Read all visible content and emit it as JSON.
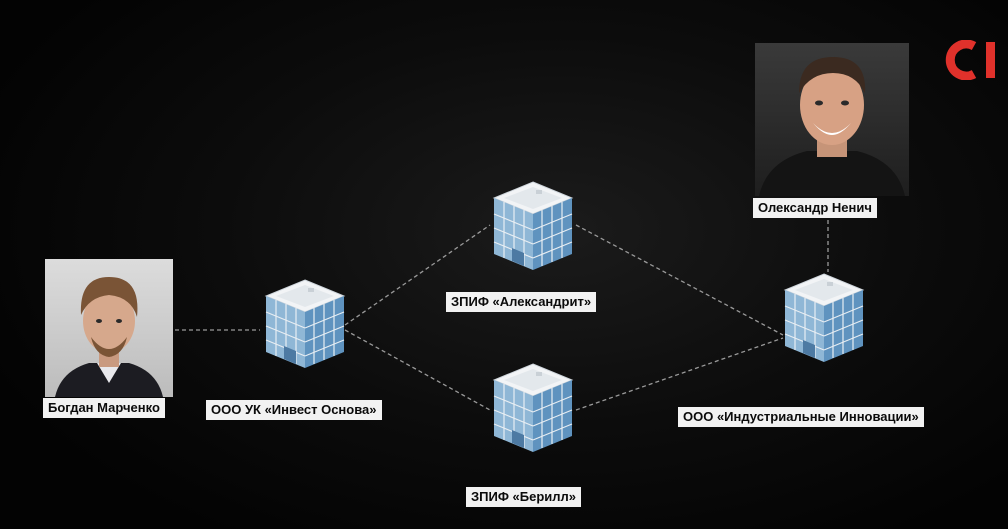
{
  "diagram": {
    "people": {
      "bohdan": {
        "name": "Богдан Марченко"
      },
      "oleksandr": {
        "name": "Олександр Ненич"
      }
    },
    "companies": {
      "ooo_uk": {
        "name": "ООО УК «Инвест Основа»"
      },
      "zpif_aleksandrit": {
        "name": "ЗПИФ «Александрит»"
      },
      "zpif_berill": {
        "name": "ЗПИФ «Берилл»"
      },
      "ooo_industrial": {
        "name": "ООО «Индустриальные Инновации»"
      }
    },
    "connections": [
      {
        "from": "bohdan",
        "to": "ooo_uk"
      },
      {
        "from": "ooo_uk",
        "to": "zpif_aleksandrit"
      },
      {
        "from": "ooo_uk",
        "to": "zpif_berill"
      },
      {
        "from": "zpif_aleksandrit",
        "to": "ooo_industrial"
      },
      {
        "from": "zpif_berill",
        "to": "ooo_industrial"
      },
      {
        "from": "oleksandr",
        "to": "ooo_industrial"
      }
    ],
    "colors": {
      "background": "#0a0a0a",
      "line": "#9a9a9a",
      "label_bg": "#f2f2f2",
      "brand": "#e0312b"
    },
    "logo_icon": "channel-logo-icon",
    "building_icon": "office-building-icon"
  }
}
